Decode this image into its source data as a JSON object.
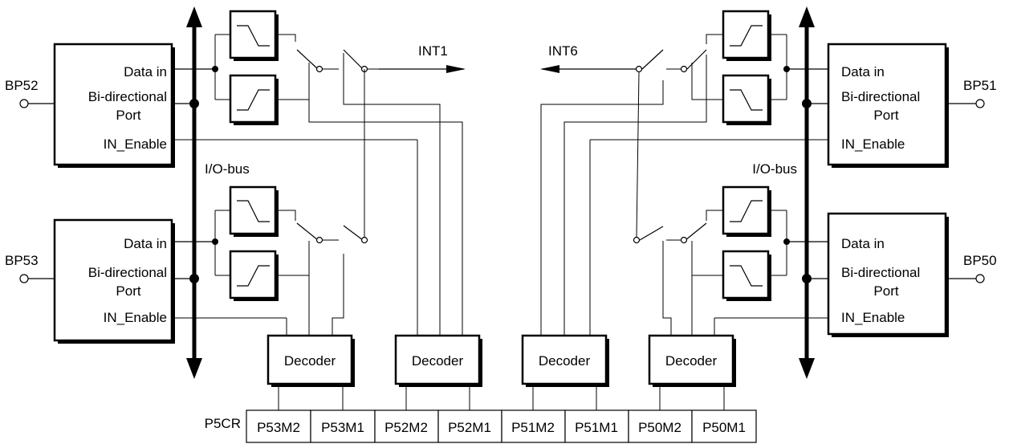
{
  "ports": {
    "bp52": {
      "pin": "BP52",
      "data_in": "Data in",
      "port_line1": "Bi-directional",
      "port_line2": "Port",
      "enable": "IN_Enable"
    },
    "bp53": {
      "pin": "BP53",
      "data_in": "Data in",
      "port_line1": "Bi-directional",
      "port_line2": "Port",
      "enable": "IN_Enable"
    },
    "bp51": {
      "pin": "BP51",
      "data_in": "Data in",
      "port_line1": "Bi-directional",
      "port_line2": "Port",
      "enable": "IN_Enable"
    },
    "bp50": {
      "pin": "BP50",
      "data_in": "Data in",
      "port_line1": "Bi-directional",
      "port_line2": "Port",
      "enable": "IN_Enable"
    }
  },
  "bus_left": "I/O-bus",
  "bus_right": "I/O-bus",
  "interrupts": {
    "left": "INT1",
    "right": "INT6"
  },
  "decoders": [
    "Decoder",
    "Decoder",
    "Decoder",
    "Decoder"
  ],
  "register": {
    "name": "P5CR",
    "cells": [
      "P53M2",
      "P53M1",
      "P52M2",
      "P52M1",
      "P51M2",
      "P51M1",
      "P50M2",
      "P50M1"
    ]
  }
}
